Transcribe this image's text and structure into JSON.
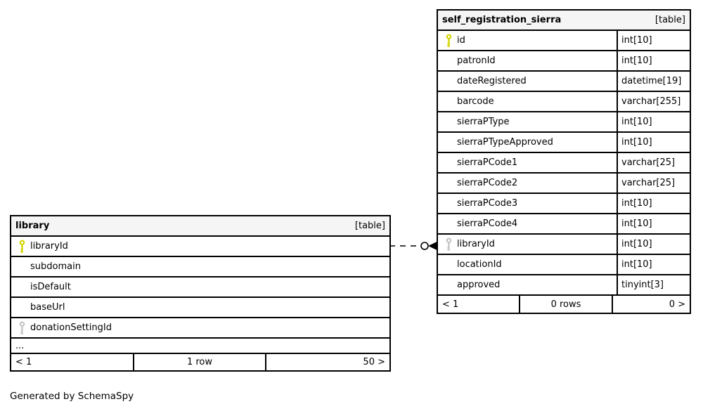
{
  "app": {
    "generated_by": "Generated by SchemaSpy"
  },
  "colors": {
    "background": "#ffffff",
    "border": "#000000",
    "header_bg": "#f5f5f5",
    "primary_key_icon": "#d4d400",
    "foreign_key_icon": "#c4c4c4"
  },
  "tables": [
    {
      "title": "library",
      "badge": "[table]",
      "columns": [
        {
          "name": "libraryId",
          "key": "primary"
        },
        {
          "name": "subdomain"
        },
        {
          "name": "isDefault"
        },
        {
          "name": "baseUrl"
        },
        {
          "name": "donationSettingId",
          "key": "foreign"
        },
        {
          "name": "...",
          "ellipsis": true
        }
      ],
      "paging": {
        "prev": "< 1",
        "rows": "1 row",
        "next": "50 >"
      }
    },
    {
      "title": "self_registration_sierra",
      "badge": "[table]",
      "columns": [
        {
          "name": "id",
          "type": "int[10]",
          "key": "primary"
        },
        {
          "name": "patronId",
          "type": "int[10]"
        },
        {
          "name": "dateRegistered",
          "type": "datetime[19]"
        },
        {
          "name": "barcode",
          "type": "varchar[255]"
        },
        {
          "name": "sierraPType",
          "type": "int[10]"
        },
        {
          "name": "sierraPTypeApproved",
          "type": "int[10]"
        },
        {
          "name": "sierraPCode1",
          "type": "varchar[25]"
        },
        {
          "name": "sierraPCode2",
          "type": "varchar[25]"
        },
        {
          "name": "sierraPCode3",
          "type": "int[10]"
        },
        {
          "name": "sierraPCode4",
          "type": "int[10]"
        },
        {
          "name": "libraryId",
          "type": "int[10]",
          "key": "foreign"
        },
        {
          "name": "locationId",
          "type": "int[10]"
        },
        {
          "name": "approved",
          "type": "tinyint[3]"
        }
      ],
      "paging": {
        "prev": "< 1",
        "rows": "0 rows",
        "next": "0 >"
      }
    }
  ]
}
